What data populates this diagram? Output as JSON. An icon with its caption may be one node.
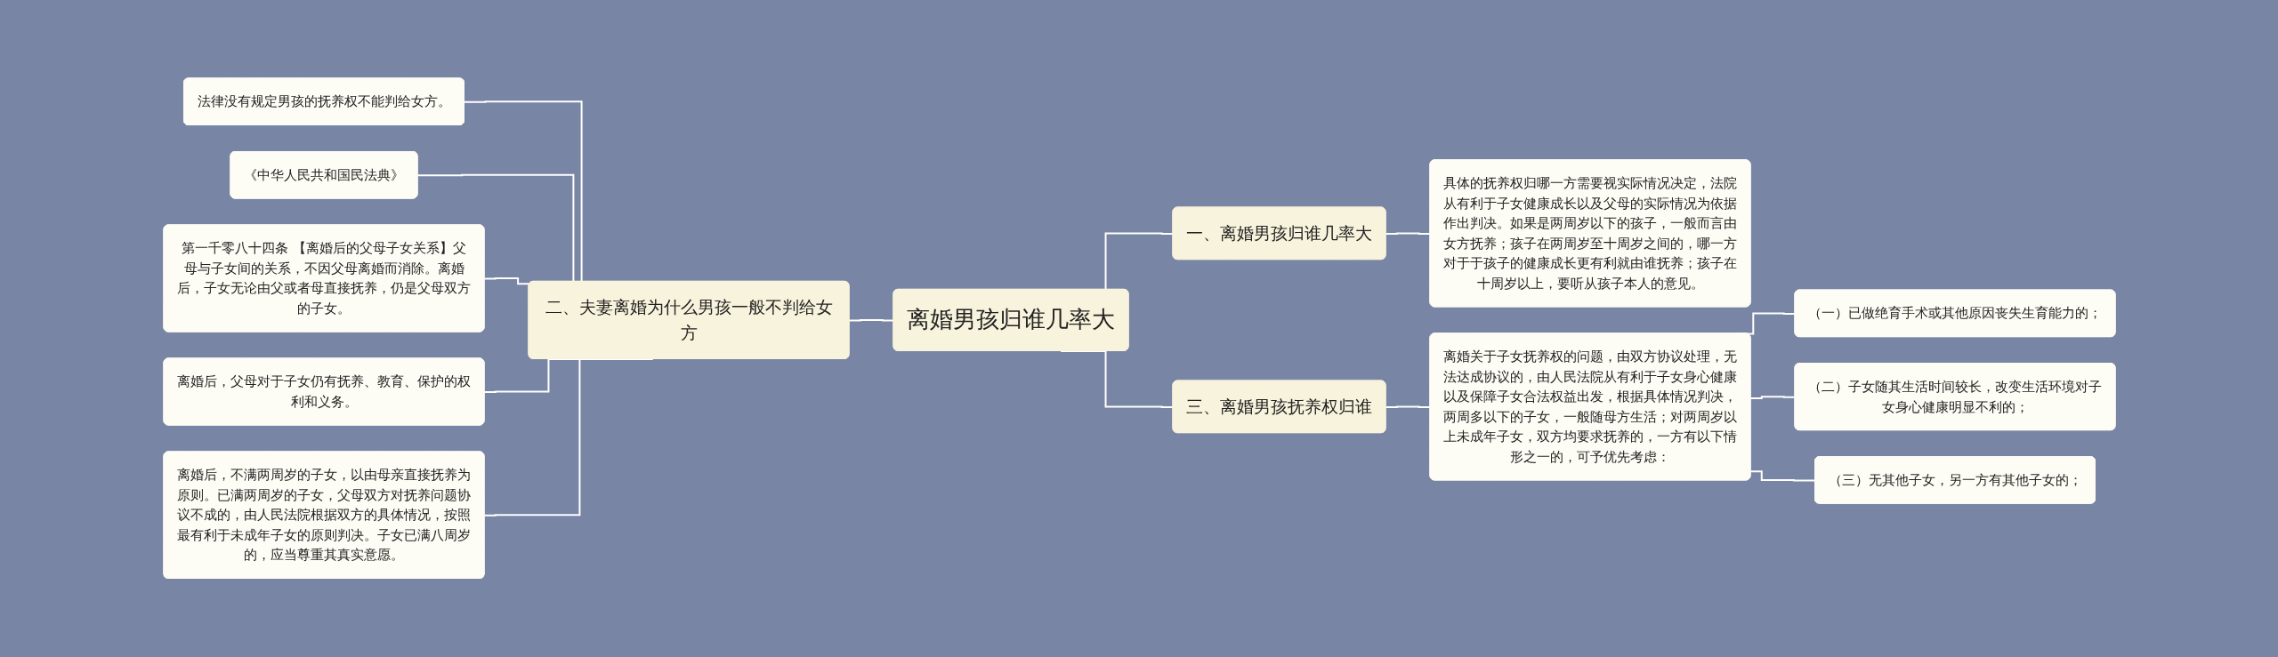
{
  "diagram": {
    "nodes": [
      {
        "text": [
          "离婚男孩归谁几率大"
        ]
      },
      {
        "text": [
          "一、离婚男孩归谁几率大"
        ]
      },
      {
        "text": [
          "具体的抚养权归哪一方需要视实际情况决定，法院从有利于子女健康成长以及父母的实际情况为依据作出判决。如果是两周岁以下的孩子，一般而言由女方抚养；孩子在两周岁至十周岁之间的，哪一方对于于孩子的健康成长更有利就由谁抚养；孩子在十周岁以上，要听从孩子本人的意见。"
        ]
      },
      {
        "text": [
          "二、夫妻离婚为什么男孩一般不判给女方"
        ]
      },
      {
        "text": [
          "法律没有规定男孩的抚养权不能判给女方。"
        ]
      },
      {
        "text": [
          "《中华人民共和国民法典》"
        ]
      },
      {
        "text": [
          "第一千零八十四条 【离婚后的父母子女关系】父母与子女间的关系，不因父母离婚而消除。离婚后，子女无论由父或者母直接抚养，仍是父母双方的子女。"
        ]
      },
      {
        "text": [
          "离婚后，父母对于子女仍有抚养、教育、保护的权利和义务。"
        ]
      },
      {
        "text": [
          "离婚后，不满两周岁的子女，以由母亲直接抚养为原则。已满两周岁的子女，父母双方对抚养问题协议不成的，由人民法院根据双方的具体情况，按照最有利于未成年子女的原则判决。子女已满八周岁的，应当尊重其真实意愿。"
        ]
      },
      {
        "text": [
          "三、离婚男孩抚养权归谁"
        ]
      },
      {
        "text": [
          "离婚关于子女抚养权的问题，由双方协议处理，无法达成协议的，由人民法院从有利于子女身心健康以及保障子女合法权益出发，根据具体情况判决，两周多以下的子女，一般随母方生活；对两周岁以上未成年子女，双方均要求抚养的，一方有以下情形之一的，可予优先考虑："
        ]
      },
      {
        "text": [
          "（一）已做绝育手术或其他原因丧失生育能力的；"
        ]
      },
      {
        "text": [
          "（二）子女随其生活时间较长，改变生活环境对子女身心健康明显不利的；"
        ]
      },
      {
        "text": [
          "（三）无其他子女，另一方有其他子女的；"
        ]
      }
    ],
    "edges": [
      {
        "from": 4,
        "to": 3,
        "arrow": "none"
      },
      {
        "from": 5,
        "to": 3,
        "arrow": "none"
      },
      {
        "from": 6,
        "to": 3,
        "arrow": "none"
      },
      {
        "from": 7,
        "to": 3,
        "arrow": "none"
      },
      {
        "from": 8,
        "to": 3,
        "arrow": "none"
      },
      {
        "from": 3,
        "to": 0,
        "arrow": "none"
      },
      {
        "from": 0,
        "to": 1,
        "arrow": "none"
      },
      {
        "from": 1,
        "to": 2,
        "arrow": "none"
      },
      {
        "from": 0,
        "to": 9,
        "arrow": "none"
      },
      {
        "from": 9,
        "to": 10,
        "arrow": "none"
      },
      {
        "from": 10,
        "to": 11,
        "arrow": "none"
      },
      {
        "from": 10,
        "to": 12,
        "arrow": "none"
      },
      {
        "from": 10,
        "to": 13,
        "arrow": "none"
      }
    ]
  }
}
